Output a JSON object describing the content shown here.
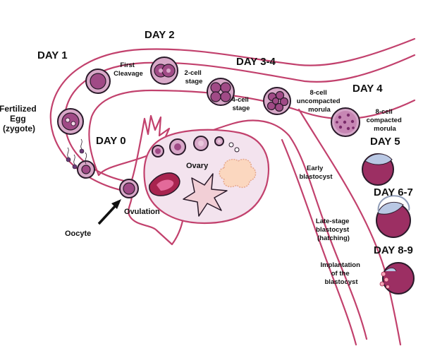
{
  "colors": {
    "tube": "#c2416d",
    "cell_outer": "#d8a8c8",
    "cell_inner": "#a04a86",
    "blastocyst": "#9c2f63",
    "trophoblast": "#b9c8e4",
    "ovary_fill": "#f3e3ee"
  },
  "days": {
    "day0": "DAY 0",
    "day1": "DAY 1",
    "day2": "DAY 2",
    "day34": "DAY 3-4",
    "day4": "DAY 4",
    "day5": "DAY 5",
    "day67": "DAY 6-7",
    "day89": "DAY 8-9"
  },
  "labels": {
    "fertilized": [
      "Fertilized",
      "Egg",
      "(zygote)"
    ],
    "first_cleavage": [
      "First",
      "Cleavage"
    ],
    "two_cell": [
      "2-cell",
      "stage"
    ],
    "four_cell": [
      "4-cell",
      "stage"
    ],
    "eight_uncompacted": [
      "8-cell",
      "uncompacted",
      "morula"
    ],
    "eight_compacted": [
      "8-cell",
      "compacted",
      "morula"
    ],
    "early_blastocyst": [
      "Early",
      "blastocyst"
    ],
    "late_blastocyst": [
      "Late-stage",
      "blastocyst",
      "(hatching)"
    ],
    "implantation": [
      "Implantation",
      "of the",
      "blastocyst"
    ],
    "ovary": "Ovary",
    "ovulation": "Ovulation",
    "oocyte": "Oocyte"
  }
}
